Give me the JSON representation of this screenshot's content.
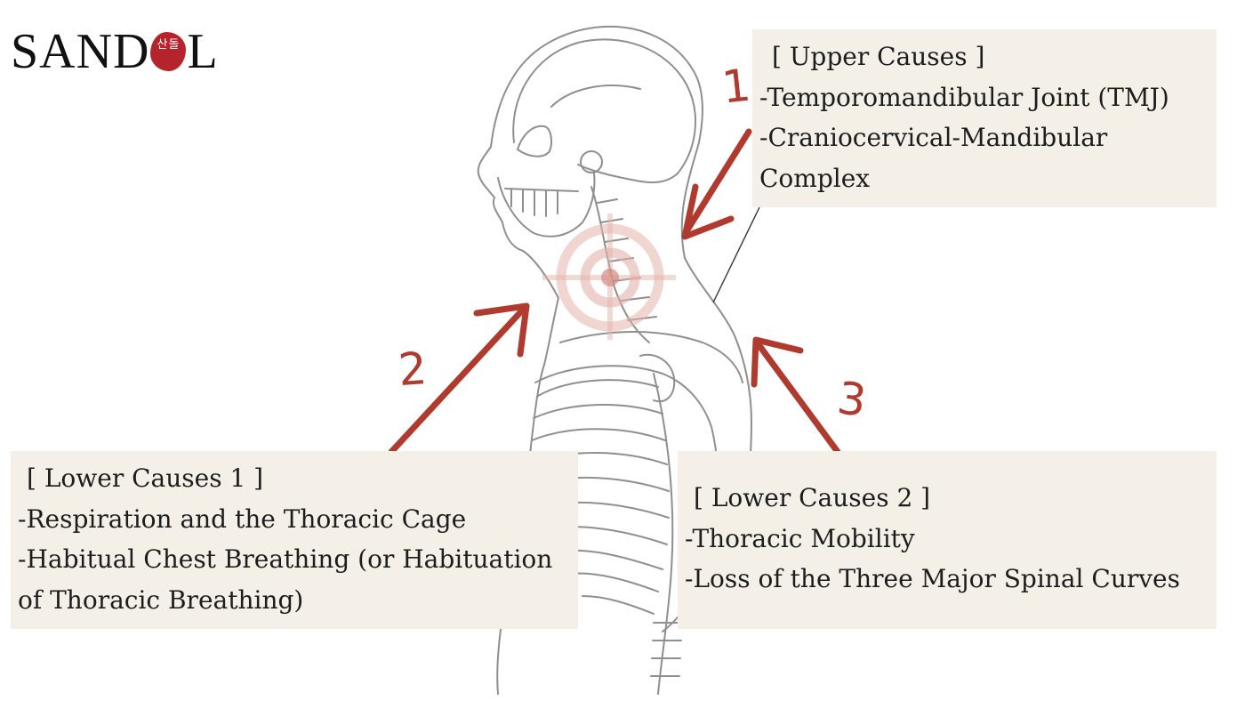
{
  "logo": {
    "text_before": "SAND",
    "seal_text": "산돌",
    "text_after": "L"
  },
  "markers": {
    "one": "1",
    "two": "2",
    "three": "3"
  },
  "upper_causes": {
    "heading": "[ Upper Causes  ]",
    "items": [
      "-Temporomandibular Joint (TMJ)",
      "-Craniocervical-Mandibular Complex"
    ]
  },
  "lower_causes_1": {
    "heading": "[  Lower Causes 1 ]",
    "items": [
      "-Respiration and the Thoracic Cage",
      "-Habitual Chest Breathing (or Habituation of Thoracic Breathing)"
    ]
  },
  "lower_causes_2": {
    "heading": "[  Lower Causes 2 ]",
    "items": [
      "-Thoracic Mobility",
      "-Loss of the Three Major Spinal Curves"
    ]
  },
  "colors": {
    "accent": "#b03a2e",
    "box_background": "#f4f0e8",
    "target": "#e3b3aa"
  },
  "icons": [
    "skeleton-illustration",
    "target-icon",
    "arrow-icon"
  ]
}
